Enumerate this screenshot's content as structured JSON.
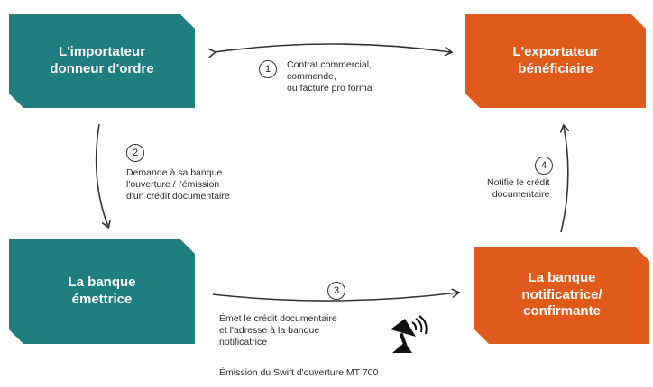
{
  "boxes": {
    "importer": "L'importateur\ndonneur d'ordre",
    "exporter": "L'exportateur\nbénéficiaire",
    "issuing_bank": "La banque\némettrice",
    "notifying_bank": "La banque\nnotificatrice/\nconfirmante"
  },
  "steps": [
    {
      "number": "1",
      "text": "Contrat commercial,\ncommande,\nou facture pro forma"
    },
    {
      "number": "2",
      "text": "Demande à sa banque\nl'ouverture / l'émission\nd'un crédit documentaire"
    },
    {
      "number": "3",
      "text": "Émet le crédit documentaire\net l'adresse à la banque\nnotificatrice",
      "subtext": "Émission du Swift d'ouverture MT 700"
    },
    {
      "number": "4",
      "text": "Notifie le crédit\ndocumentaire"
    }
  ],
  "icons": {
    "satellite": "satellite-dish-icon"
  },
  "colors": {
    "teal": "#1f7e80",
    "orange": "#e05a1c"
  }
}
